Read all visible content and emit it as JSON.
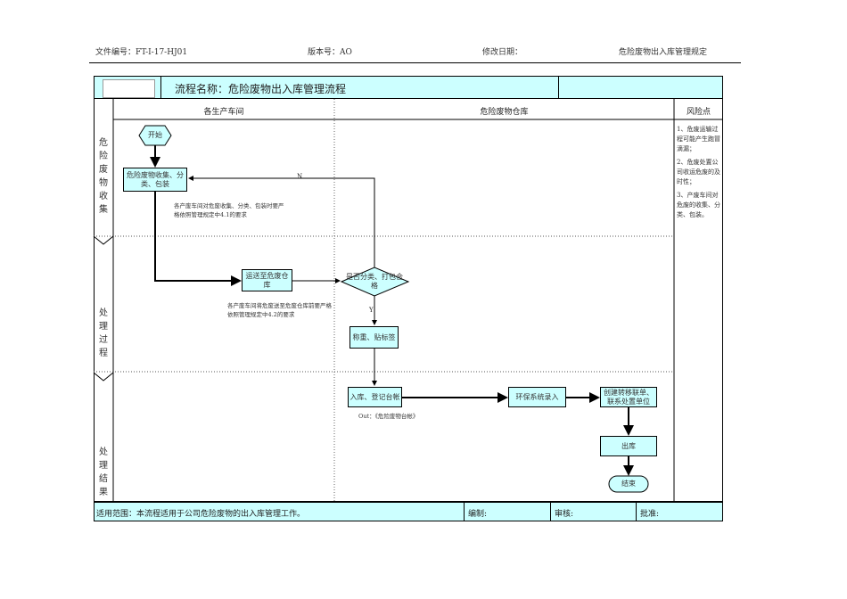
{
  "header": {
    "doc_no": "文件编号：FT-I-17-HJ01",
    "version": "版本号：AO",
    "revised_date": "修改日期：",
    "doc_title": "危险废物出入库管理规定"
  },
  "title_row": {
    "process_name": "流程名称：危险废物出入库管理流程"
  },
  "lanes": {
    "workshop": "各生产车间",
    "warehouse": "危险废物仓库",
    "risk": "风险点"
  },
  "phases": [
    "危险废物收集",
    "处理过程",
    "处理结果"
  ],
  "nodes": {
    "start": "开始",
    "collect": "危险废物收集、分类、包装",
    "transport": "运送至危废仓库",
    "decision": "是否分类、打包合格",
    "weigh": "称重、贴标签",
    "store": "入库、登记台帐",
    "env_system": "环保系统录入",
    "transfer": "创建转移联单、联系处置单位",
    "outbound": "出库",
    "end": "结束"
  },
  "notes": {
    "collect_note": "各产废车间对危废收集、分类、包装时要严格依照管理规定中4.1的要求",
    "transport_note": "各产废车间将危废送至危废仓库前要严格依照管理规定中4.2的要求",
    "out_note": "Out：《危险废物台帐》"
  },
  "edge_labels": {
    "no": "N",
    "yes": "Y"
  },
  "risks": [
    "1、危废运输过程可能产生跑冒滴漏；",
    "2、危废处置公司收运危废的及时性；",
    "3、产废车间对危废的收集、分类、包装。"
  ],
  "footer": {
    "scope": "适用范围：本流程适用于公司危险废物的出入库管理工作。",
    "prepared": "编制:",
    "reviewed": "审核:",
    "approved": "批准:"
  },
  "colors": {
    "fill": "#ccffff",
    "line": "#000000"
  }
}
